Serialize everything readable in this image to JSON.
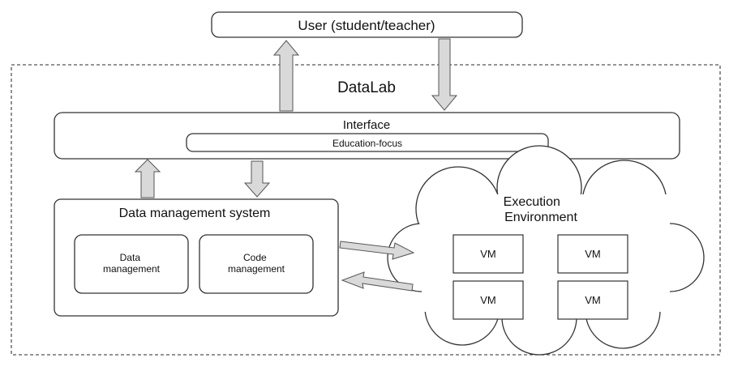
{
  "user": {
    "label": "User (student/teacher)"
  },
  "datalab": {
    "label": "DataLab"
  },
  "interface": {
    "label": "Interface",
    "education_focus": "Education-focus"
  },
  "data_management_system": {
    "title": "Data management system",
    "data_management": [
      "Data",
      "management"
    ],
    "code_management": [
      "Code",
      "management"
    ]
  },
  "execution_environment": {
    "title": [
      "Execution",
      "Environment"
    ],
    "vms": [
      "VM",
      "VM",
      "VM",
      "VM"
    ]
  }
}
